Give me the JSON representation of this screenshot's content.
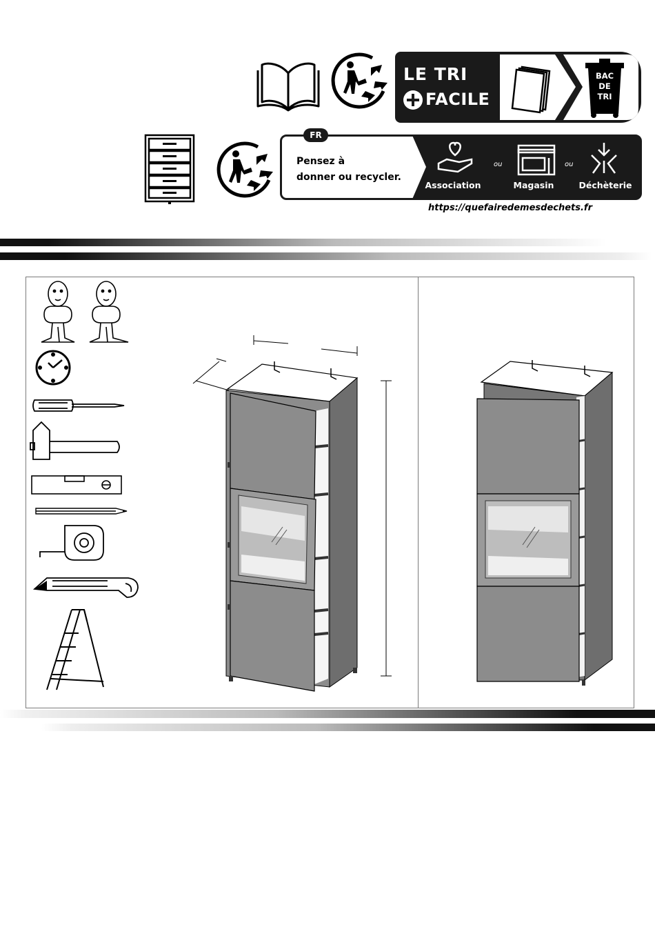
{
  "triman_top": {
    "line1": "LE TRI",
    "line2": "FACILE",
    "bin_label": [
      "BAC",
      "DE",
      "TRI"
    ]
  },
  "triman_bottom": {
    "country": "FR",
    "message_line1": "Pensez à",
    "message_line2": "donner ou recycler.",
    "options": [
      "Association",
      "Magasin",
      "Déchèterie"
    ],
    "separator": "ou",
    "url": "https://quefairedemesdechets.fr"
  },
  "tools": [
    "two-people-icon",
    "clock-icon",
    "screwdriver-icon",
    "hammer-icon",
    "spirit-level-icon",
    "pencil-icon",
    "tape-measure-icon",
    "utility-knife-icon",
    "stepladder-icon"
  ],
  "colors": {
    "banner": "#1a1a1a",
    "cabinet_door": "#8c8c8c",
    "cabinet_side": "#6e6e6e"
  }
}
